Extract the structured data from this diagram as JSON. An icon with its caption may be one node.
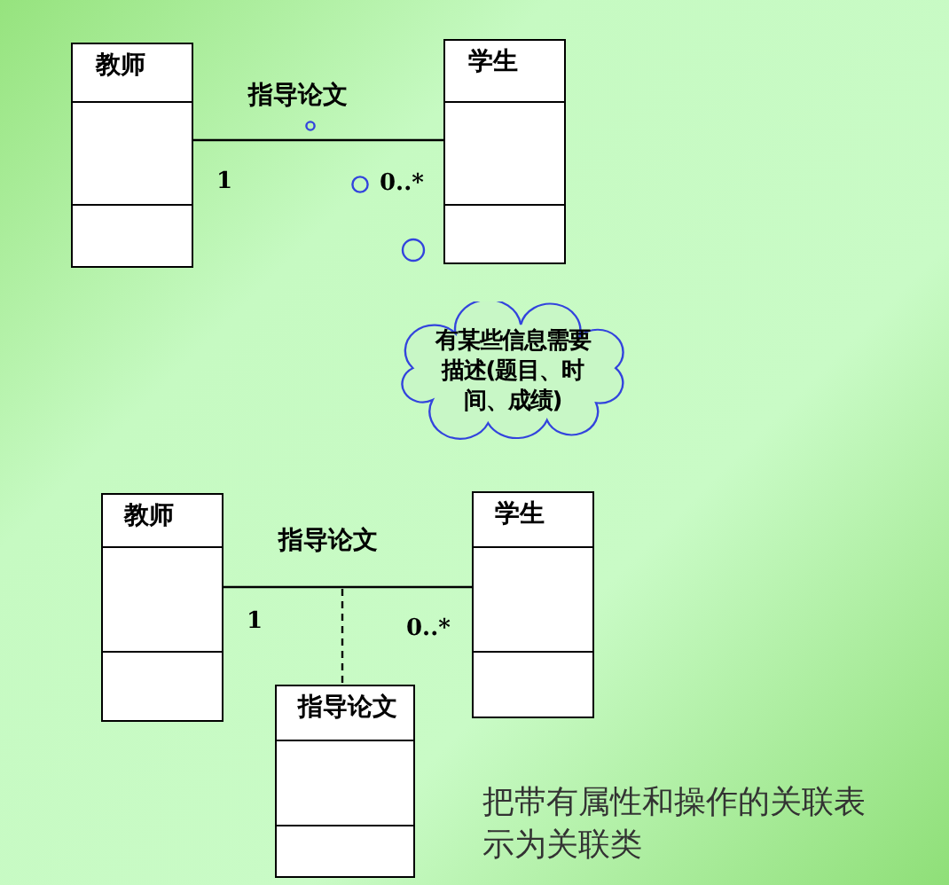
{
  "diagram": {
    "nodes": [
      {
        "text": [
          "教师"
        ]
      },
      {
        "text": [
          "学生"
        ]
      },
      {
        "text": [
          "有某些信息需要描述(题目、时间、成绩)"
        ]
      },
      {
        "text": [
          "教师"
        ]
      },
      {
        "text": [
          "学生"
        ]
      },
      {
        "text": [
          "指导论文"
        ]
      }
    ],
    "edges": [
      {
        "from": 0,
        "to": 1,
        "arrow": "none",
        "label": "指导论文"
      },
      {
        "from": 3,
        "to": 4,
        "arrow": "none",
        "label": "指导论文"
      },
      {
        "from": null,
        "to": 5,
        "arrow": "none",
        "style": "dashed"
      }
    ],
    "labels": [
      "1",
      "0..*",
      "1",
      "0..*",
      "把带有属性和操作的关联表示为关联类"
    ]
  }
}
